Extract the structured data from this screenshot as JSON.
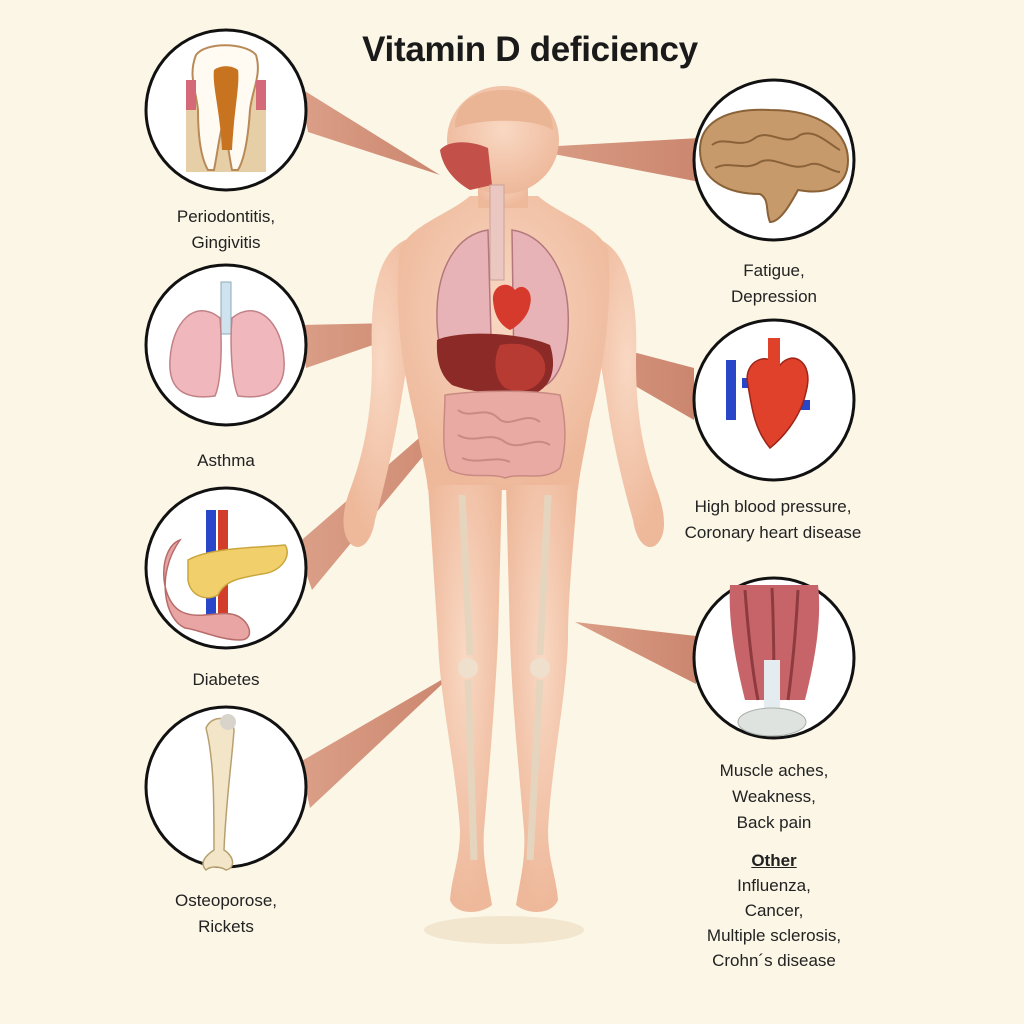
{
  "title": "Vitamin D deficiency",
  "conditions": {
    "teeth": [
      "Periodontitis,",
      "Gingivitis"
    ],
    "lungs": [
      "Asthma"
    ],
    "pancreas": [
      "Diabetes"
    ],
    "bone": [
      "Osteoporose,",
      "Rickets"
    ],
    "brain": [
      "Fatigue,",
      "Depression"
    ],
    "heart": [
      "High blood pressure,",
      "Coronary heart disease"
    ],
    "muscle": [
      "Muscle aches,",
      "Weakness,",
      "Back pain"
    ]
  },
  "other": {
    "heading": "Other",
    "items": [
      "Influenza,",
      "Cancer,",
      "Multiple sclerosis,",
      "Crohn´s disease"
    ]
  },
  "icons": {
    "teeth": "tooth-icon",
    "lungs": "lungs-icon",
    "pancreas": "pancreas-icon",
    "bone": "femur-bone-icon",
    "brain": "brain-icon",
    "heart": "heart-icon",
    "muscle": "leg-muscle-icon"
  },
  "colors": {
    "background": "#fbf6e6",
    "skin": "#f4c9ad",
    "pointer": "#d8977f",
    "heart": "#e0412b",
    "vein": "#2a46c8"
  }
}
